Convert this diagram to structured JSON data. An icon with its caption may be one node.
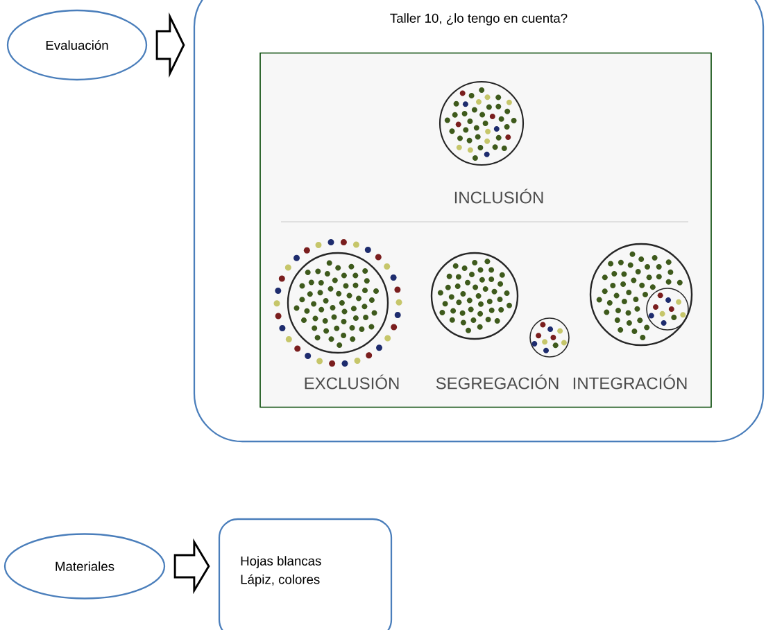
{
  "diagram": {
    "nodes": [
      {
        "text": [
          "Evaluación"
        ]
      },
      {
        "text": [
          "Taller 10, ¿lo tengo en cuenta?"
        ]
      },
      {
        "text": [
          "INCLUSIÓN",
          "EXCLUSIÓN",
          "SEGREGACIÓN",
          "INTEGRACIÓN"
        ],
        "in": 1
      },
      {
        "text": [
          "Materiales"
        ]
      },
      {
        "text": [
          "Hojas blancas",
          "Lápiz, colores"
        ]
      }
    ],
    "edges": [
      {
        "from": 0,
        "to": 1,
        "arrow": "to"
      },
      {
        "from": 3,
        "to": 4,
        "arrow": "to"
      }
    ]
  }
}
